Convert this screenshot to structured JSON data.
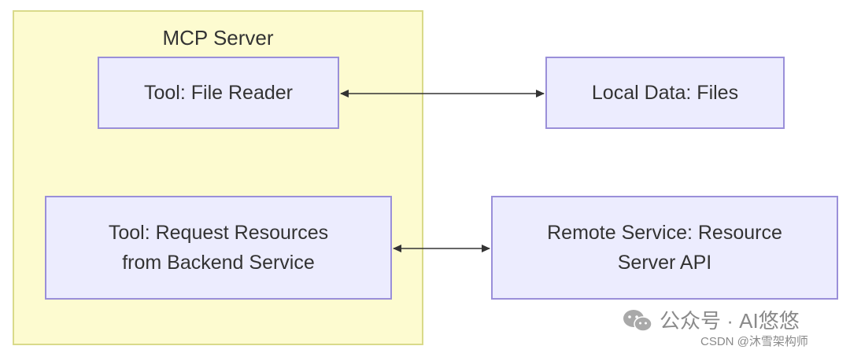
{
  "diagram": {
    "group": {
      "title": "MCP Server"
    },
    "nodes": {
      "file_reader": {
        "label": "Tool: File Reader"
      },
      "local_data": {
        "label": "Local Data: Files"
      },
      "request_tool": {
        "label_lines": [
          "Tool: Request Resources",
          "from Backend Service"
        ]
      },
      "remote_service": {
        "label_lines": [
          "Remote Service: Resource",
          "Server API"
        ]
      }
    },
    "edges": [
      {
        "from": "Tool: File Reader",
        "to": "Local Data: Files",
        "direction": "bidirectional"
      },
      {
        "from": "Tool: Request Resources from Backend Service",
        "to": "Remote Service: Resource Server API",
        "direction": "bidirectional"
      }
    ],
    "colors": {
      "group_fill": "#fdfbd0",
      "group_border": "#d9da8a",
      "node_fill": "#ececfe",
      "node_border": "#9a8fd9",
      "edge": "#333333"
    }
  },
  "watermark": {
    "icon": "wechat-icon",
    "account": "公众号 · AI悠悠",
    "csdn": "CSDN @沐雪架构师"
  }
}
